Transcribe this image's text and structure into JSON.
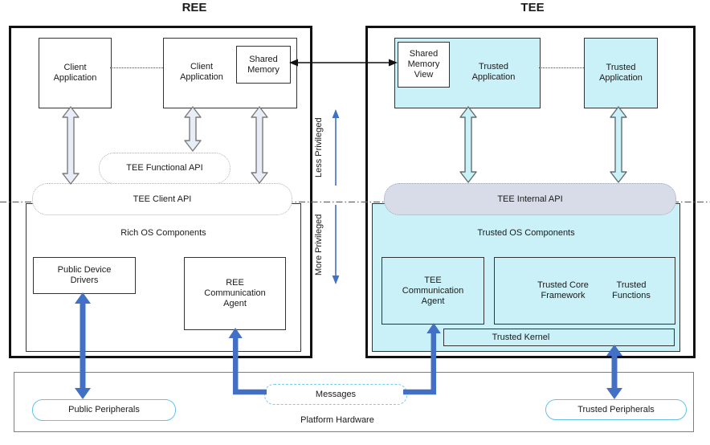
{
  "titles": {
    "ree": "REE",
    "tee": "TEE"
  },
  "ree": {
    "client_app_1": "Client Application",
    "client_app_2": "Client Application",
    "shared_memory": "Shared Memory",
    "tee_functional_api": "TEE Functional API",
    "tee_client_api": "TEE Client API",
    "rich_os_components": "Rich OS Components",
    "public_device_drivers": "Public Device Drivers",
    "ree_communication_agent": "REE Communication Agent"
  },
  "tee": {
    "shared_memory_view": "Shared Memory View",
    "trusted_app_1": "Trusted Application",
    "trusted_app_2": "Trusted Application",
    "tee_internal_api": "TEE Internal API",
    "trusted_os_components": "Trusted OS Components",
    "tee_communication_agent": "TEE Communication Agent",
    "trusted_core_framework": "Trusted Core Framework",
    "trusted_functions": "Trusted Functions",
    "trusted_kernel": "Trusted Kernel"
  },
  "privilege": {
    "less": "Less Privileged",
    "more": "More Privileged"
  },
  "hardware": {
    "label": "Platform Hardware",
    "public_peripherals": "Public Peripherals",
    "trusted_peripherals": "Trusted Peripherals",
    "messages": "Messages"
  },
  "colors": {
    "trusted_fill": "#c9f1f7",
    "internal_api_fill": "#d8dbe8",
    "arrow_blue": "#4170c4",
    "block_arrow_fill": "#e9edf8",
    "peripheral_border": "#63c1ee",
    "messages_border": "#77ccf0"
  }
}
